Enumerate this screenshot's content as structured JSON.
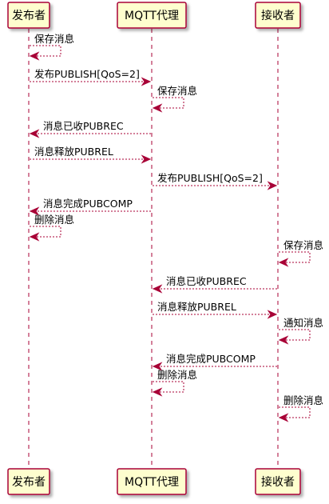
{
  "participants": [
    {
      "id": "pub",
      "name": "发布者"
    },
    {
      "id": "broker",
      "name": "MQTT代理"
    },
    {
      "id": "sub",
      "name": "接收者"
    }
  ],
  "messages": [
    {
      "from": "pub",
      "to": "pub",
      "text": "保存消息"
    },
    {
      "from": "pub",
      "to": "broker",
      "text": "发布PUBLISH[QoS=2]"
    },
    {
      "from": "broker",
      "to": "broker",
      "text": "保存消息"
    },
    {
      "from": "broker",
      "to": "pub",
      "text": "消息已收PUBREC"
    },
    {
      "from": "pub",
      "to": "broker",
      "text": "消息释放PUBREL"
    },
    {
      "from": "broker",
      "to": "sub",
      "text": "发布PUBLISH[QoS=2]"
    },
    {
      "from": "broker",
      "to": "pub",
      "text": "消息完成PUBCOMP"
    },
    {
      "from": "pub",
      "to": "pub",
      "text": "删除消息"
    },
    {
      "from": "sub",
      "to": "sub",
      "text": "保存消息"
    },
    {
      "from": "sub",
      "to": "broker",
      "text": "消息已收PUBREC"
    },
    {
      "from": "broker",
      "to": "sub",
      "text": "消息释放PUBREL"
    },
    {
      "from": "sub",
      "to": "sub",
      "text": "通知消息"
    },
    {
      "from": "sub",
      "to": "broker",
      "text": "消息完成PUBCOMP"
    },
    {
      "from": "broker",
      "to": "broker",
      "text": "删除消息"
    },
    {
      "from": "sub",
      "to": "sub",
      "text": "删除消息"
    }
  ],
  "colors": {
    "line": "#A80036",
    "box_fill": "#FEFECE"
  }
}
